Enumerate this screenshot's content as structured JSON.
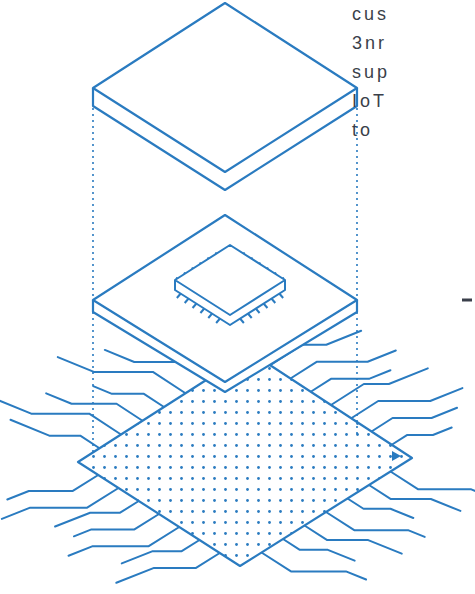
{
  "diagram": {
    "labels": [
      "cus",
      "3nr",
      "sup",
      "IoT",
      "to"
    ]
  }
}
